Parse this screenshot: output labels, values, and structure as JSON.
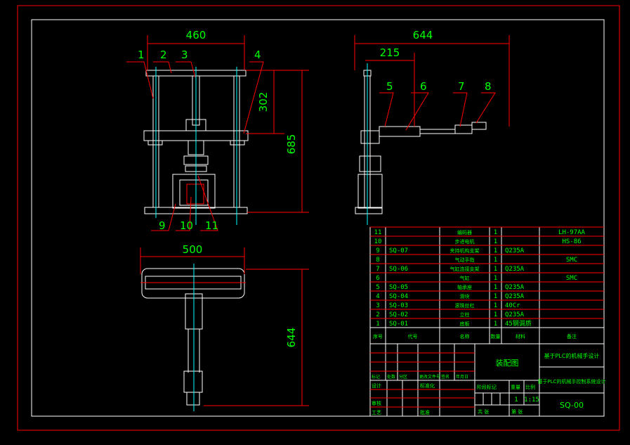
{
  "dimensions": {
    "front_width": "460",
    "front_upper_height": "302",
    "front_total_height": "685",
    "side_width": "644",
    "side_offset": "215",
    "top_width": "500",
    "top_length": "644"
  },
  "callouts": [
    "1",
    "2",
    "3",
    "4",
    "5",
    "6",
    "7",
    "8",
    "9",
    "10",
    "11"
  ],
  "bom": {
    "headers": [
      "序号",
      "代号",
      "名称",
      "数量",
      "材料",
      "备注"
    ],
    "rows": [
      {
        "no": "11",
        "code": "",
        "name": "编码器",
        "qty": "1",
        "material": "",
        "note": "LH-97AA"
      },
      {
        "no": "10",
        "code": "",
        "name": "步进电机",
        "qty": "1",
        "material": "",
        "note": "HS-86"
      },
      {
        "no": "9",
        "code": "SQ-07",
        "name": "夹持机构支架",
        "qty": "1",
        "material": "Q235A",
        "note": ""
      },
      {
        "no": "8",
        "code": "",
        "name": "气动手指",
        "qty": "1",
        "material": "",
        "note": "SMC"
      },
      {
        "no": "7",
        "code": "SQ-06",
        "name": "气缸连接支架",
        "qty": "1",
        "material": "Q235A",
        "note": ""
      },
      {
        "no": "6",
        "code": "",
        "name": "气缸",
        "qty": "1",
        "material": "",
        "note": "SMC"
      },
      {
        "no": "5",
        "code": "SQ-05",
        "name": "轴承座",
        "qty": "1",
        "material": "Q235A",
        "note": ""
      },
      {
        "no": "4",
        "code": "SQ-04",
        "name": "滑块",
        "qty": "1",
        "material": "Q235A",
        "note": ""
      },
      {
        "no": "3",
        "code": "SQ-03",
        "name": "滚珠丝杠",
        "qty": "1",
        "material": "40Cr",
        "note": ""
      },
      {
        "no": "2",
        "code": "SQ-02",
        "name": "立柱",
        "qty": "1",
        "material": "Q235A",
        "note": ""
      },
      {
        "no": "1",
        "code": "SQ-01",
        "name": "底板",
        "qty": "1",
        "material": "45钢调质",
        "note": ""
      }
    ]
  },
  "title_block": {
    "drawing_name": "装配图",
    "project_title": "基于PLC的机械手设计",
    "project_subtitle": "基于PLC的机械手控制系统设计",
    "drawing_no": "SQ-00",
    "change_headers": [
      "标记",
      "处数",
      "分区",
      "更改文件号",
      "签名",
      "年月日"
    ],
    "design": "设计",
    "standard": "标准化",
    "review": "审核",
    "process": "工艺",
    "approve": "批准",
    "stage_mark": "阶段标记",
    "weight": "重量",
    "scale_label": "比例",
    "quantity": "1",
    "scale": "1:15",
    "total_sheets": "共 张",
    "sheet": "第 张"
  }
}
